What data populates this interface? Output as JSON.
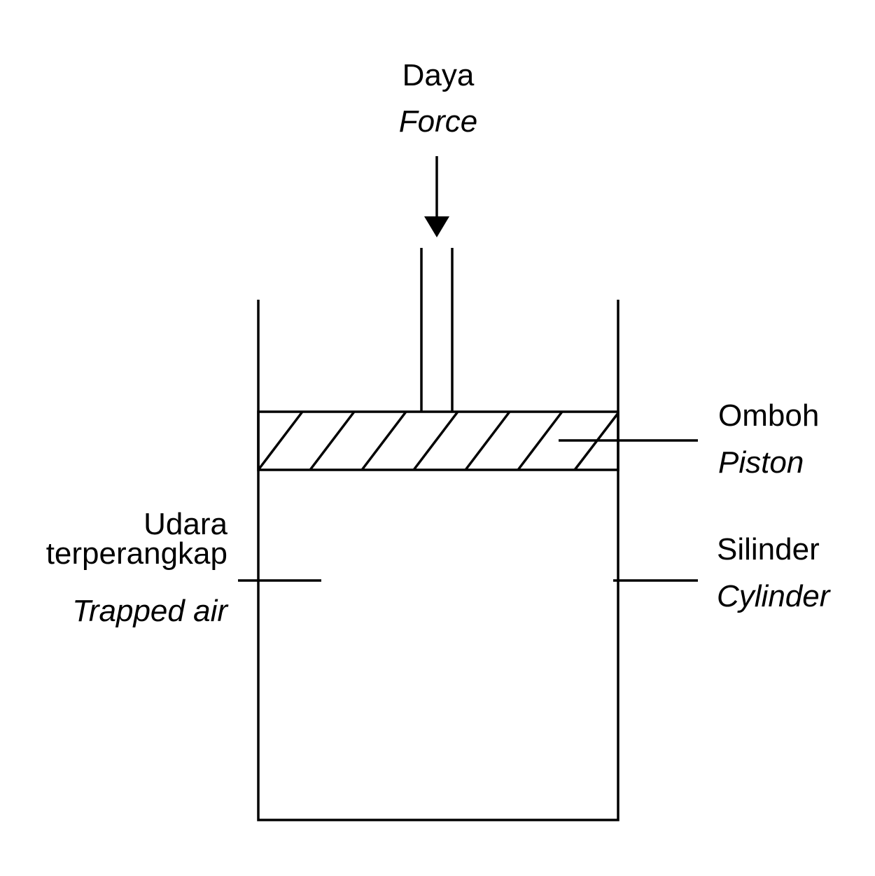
{
  "force": {
    "label_ms": "Daya",
    "label_en": "Force"
  },
  "piston": {
    "label_ms": "Omboh",
    "label_en": "Piston"
  },
  "cylinder": {
    "label_ms": "Silinder",
    "label_en": "Cylinder"
  },
  "trapped_air": {
    "label_ms_line1": "Udara",
    "label_ms_line2": "terperangkap",
    "label_en": "Trapped air"
  }
}
